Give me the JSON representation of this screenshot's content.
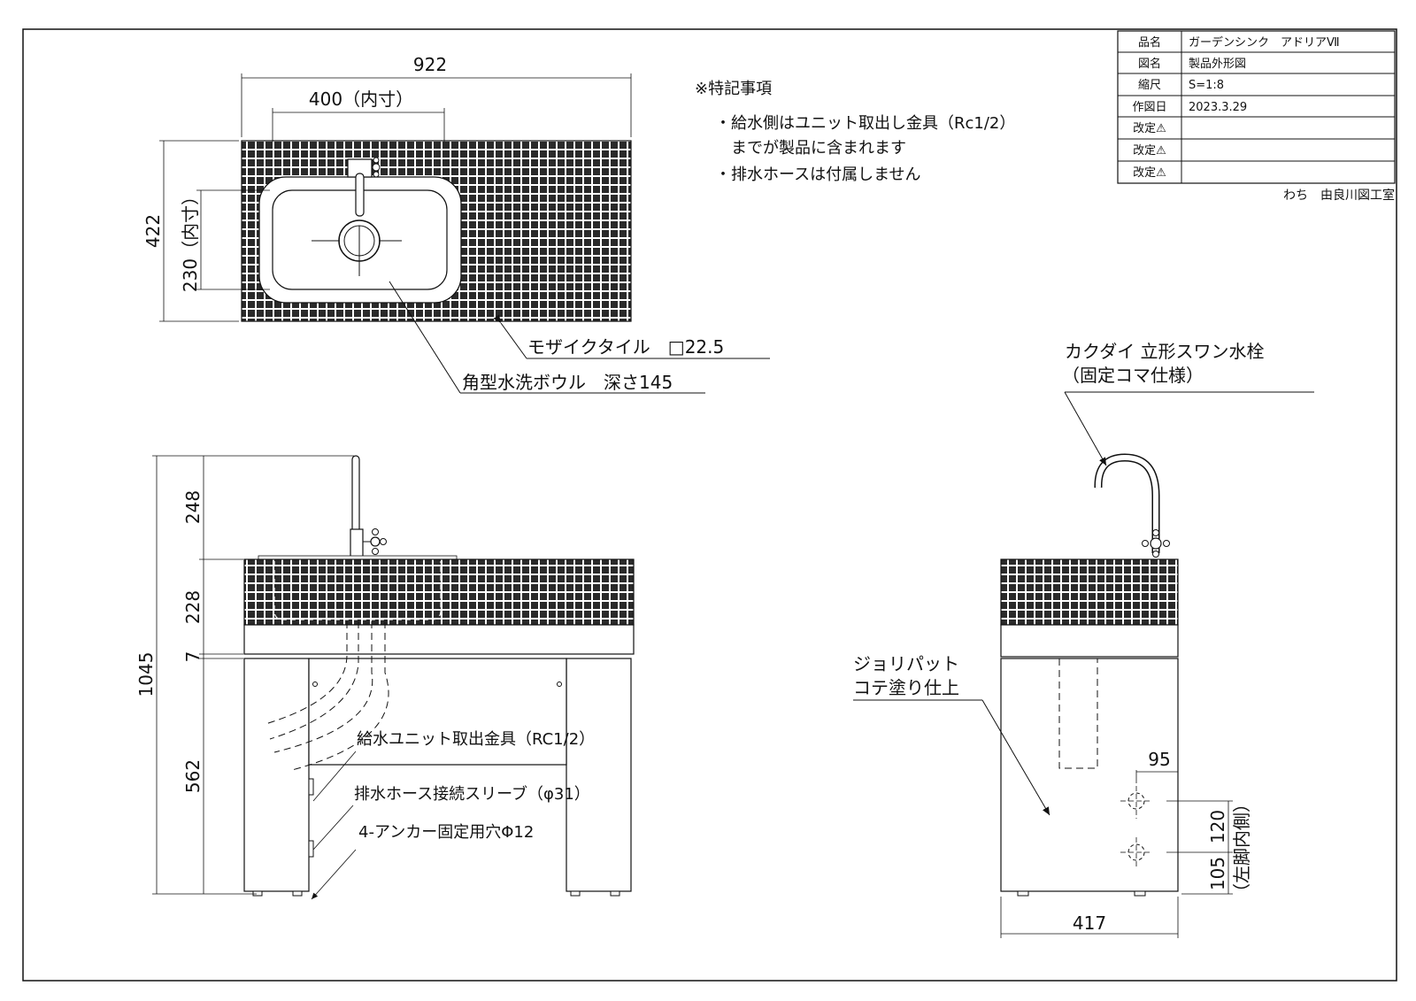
{
  "title_block": {
    "rows": [
      {
        "key": "品名",
        "value": "ガーデンシンク　アドリアⅦ"
      },
      {
        "key": "図名",
        "value": "製品外形図"
      },
      {
        "key": "縮尺",
        "value": "S=1:8"
      },
      {
        "key": "作図日",
        "value": "2023.3.29"
      },
      {
        "key": "改定⚠",
        "value": ""
      },
      {
        "key": "改定⚠",
        "value": ""
      },
      {
        "key": "改定⚠",
        "value": ""
      }
    ],
    "company": "わち　由良川図工室"
  },
  "notes": {
    "heading": "※特記事項",
    "line1": "・給水側はユニット取出し金具（Rc1/2）",
    "line2": "までが製品に含まれます",
    "line3": "・排水ホースは付属しません"
  },
  "top_view": {
    "width": "922",
    "inner_width": "400（内寸）",
    "depth": "422",
    "inner_depth": "230（内寸）",
    "tile_label": "モザイクタイル　□22.5",
    "bowl_label": "角型水洗ボウル　深さ145"
  },
  "front_view": {
    "total_height": "1045",
    "faucet_height": "248",
    "counter_height": "228",
    "gap": "7",
    "leg_height": "562",
    "supply_label": "給水ユニット取出金具（RC1/2）",
    "drain_label": "排水ホース接続スリーブ（φ31）",
    "anchor_label": "4-アンカー固定用穴Φ12"
  },
  "side_view": {
    "faucet_label_1": "カクダイ 立形スワン水栓",
    "faucet_label_2": "（固定コマ仕様）",
    "finish_label_1": "ジョリパット",
    "finish_label_2": "コテ塗り仕上",
    "dim_95": "95",
    "dim_120": "120",
    "dim_105": "105",
    "dim_note": "（左脚内側）",
    "depth": "417"
  },
  "colors": {
    "line": "#111111",
    "tile": "#2a2a2a"
  }
}
